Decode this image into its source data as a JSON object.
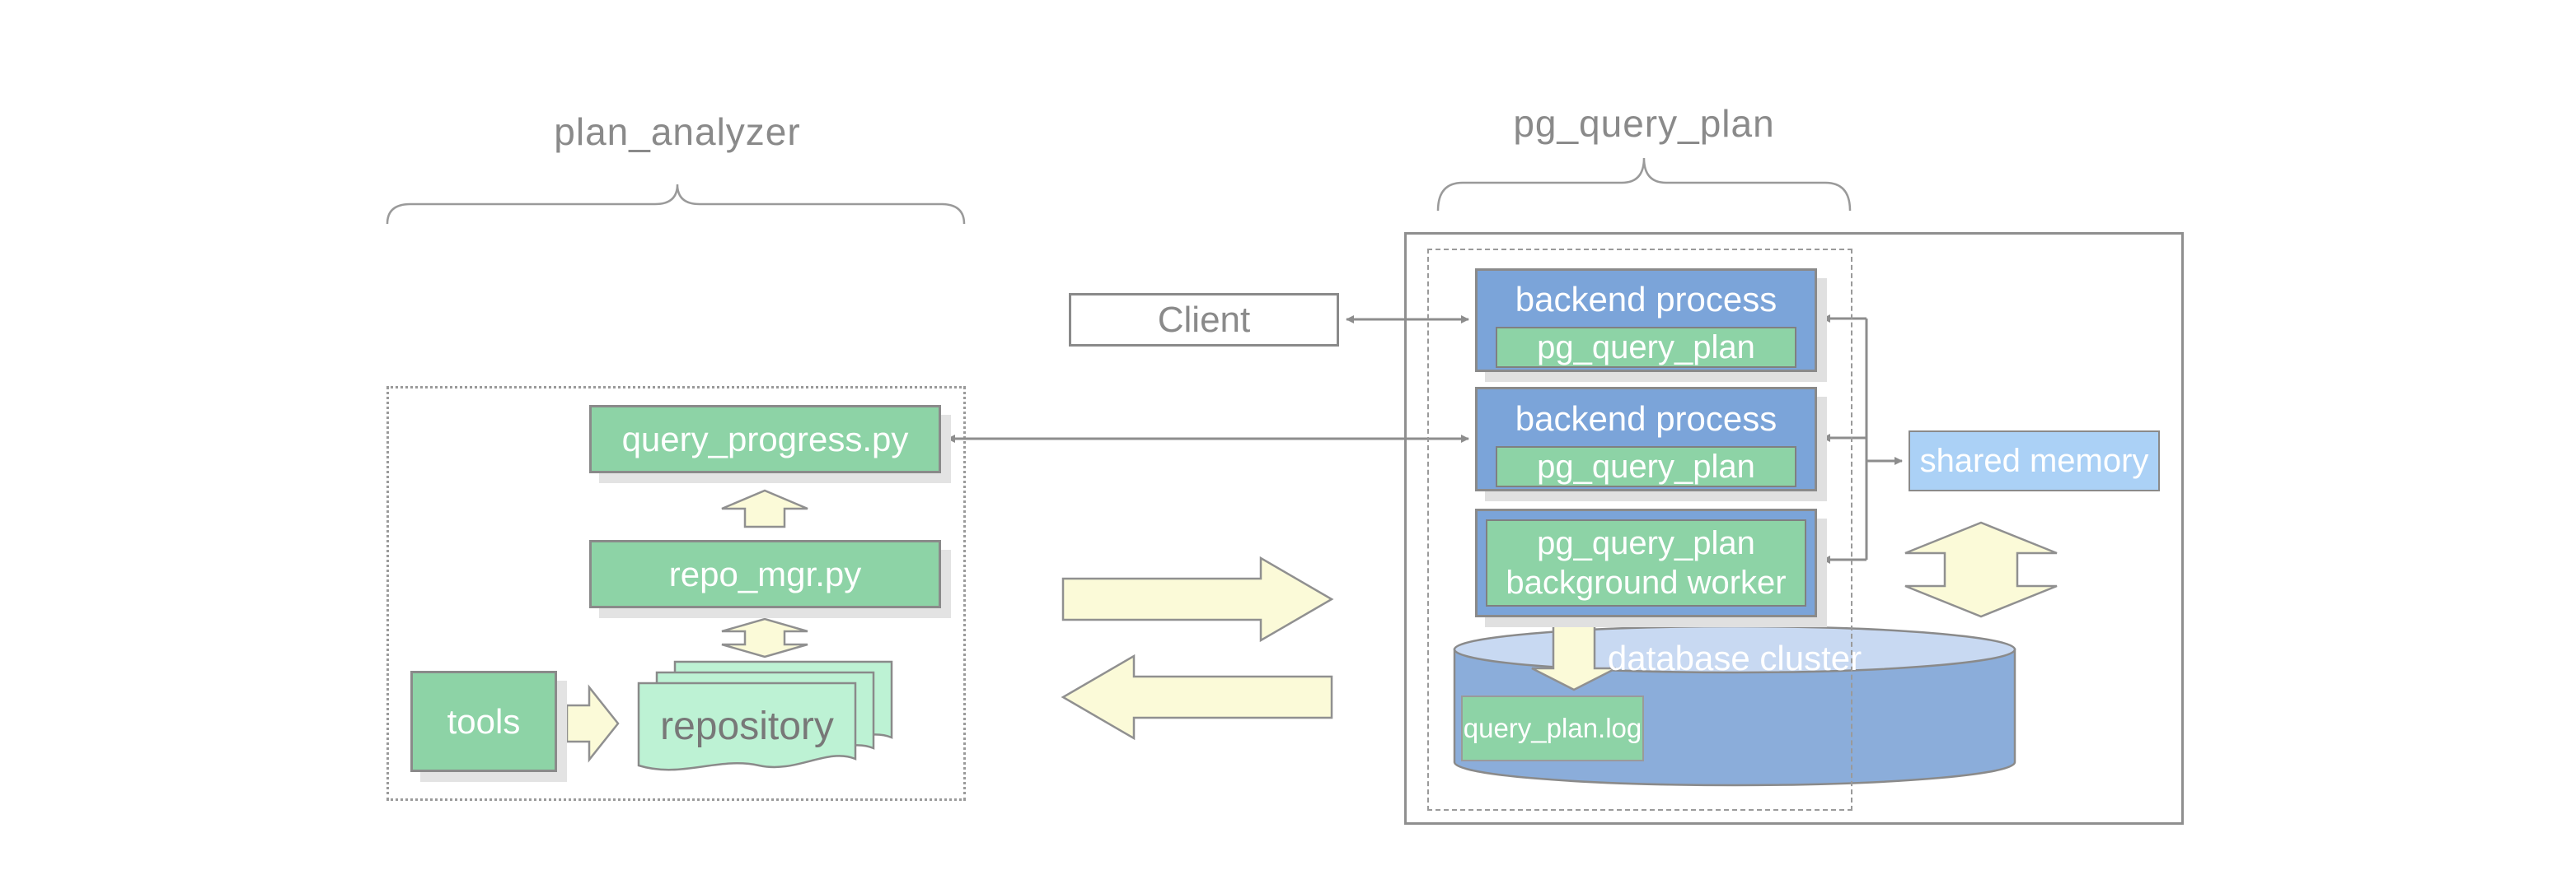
{
  "left_system": {
    "title": "plan_analyzer",
    "query_progress": "query_progress.py",
    "repo_mgr": "repo_mgr.py",
    "tools": "tools",
    "repository": "repository"
  },
  "client": {
    "label": "Client"
  },
  "right_system": {
    "title": "pg_query_plan",
    "backends": [
      {
        "title": "backend process",
        "inner": "pg_query_plan"
      },
      {
        "title": "backend process",
        "inner": "pg_query_plan"
      }
    ],
    "worker": {
      "line1": "pg_query_plan",
      "line2": "background worker"
    },
    "shared_memory": "shared memory",
    "database": {
      "title": "database cluster",
      "log": "query_plan.log"
    }
  },
  "colors": {
    "box_green": "#8dd3a6",
    "box_blue": "#7ba4d9",
    "box_mint": "#bdf2d4",
    "box_shared_blue": "#abd1f6",
    "arrow_cream": "#fbfad8",
    "cylinder_body": "#8badda",
    "cylinder_top": "#c8d9f2",
    "border_gray": "#8a8a8a",
    "text_gray": "#8a8a8a",
    "shadow": "#e3e3e3"
  }
}
